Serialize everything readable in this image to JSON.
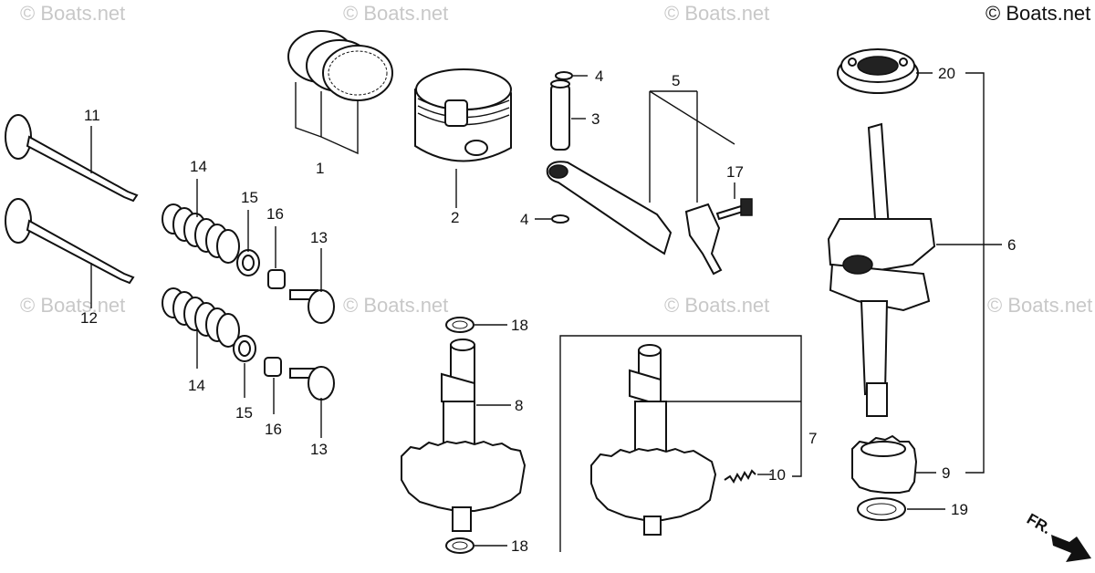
{
  "watermark": {
    "text": "© Boats.net",
    "corner_text": "© Boats.net"
  },
  "parts": [
    {
      "id": "1",
      "label": "1"
    },
    {
      "id": "2",
      "label": "2"
    },
    {
      "id": "3",
      "label": "3"
    },
    {
      "id": "4a",
      "label": "4"
    },
    {
      "id": "4b",
      "label": "4"
    },
    {
      "id": "5",
      "label": "5"
    },
    {
      "id": "6",
      "label": "6"
    },
    {
      "id": "7",
      "label": "7"
    },
    {
      "id": "8",
      "label": "8"
    },
    {
      "id": "9",
      "label": "9"
    },
    {
      "id": "10",
      "label": "10"
    },
    {
      "id": "11",
      "label": "11"
    },
    {
      "id": "12",
      "label": "12"
    },
    {
      "id": "13a",
      "label": "13"
    },
    {
      "id": "13b",
      "label": "13"
    },
    {
      "id": "14a",
      "label": "14"
    },
    {
      "id": "14b",
      "label": "14"
    },
    {
      "id": "15a",
      "label": "15"
    },
    {
      "id": "15b",
      "label": "15"
    },
    {
      "id": "16a",
      "label": "16"
    },
    {
      "id": "16b",
      "label": "16"
    },
    {
      "id": "17",
      "label": "17"
    },
    {
      "id": "18a",
      "label": "18"
    },
    {
      "id": "18b",
      "label": "18"
    },
    {
      "id": "19",
      "label": "19"
    },
    {
      "id": "20",
      "label": "20"
    }
  ],
  "direction_marker": {
    "label": "FR."
  }
}
